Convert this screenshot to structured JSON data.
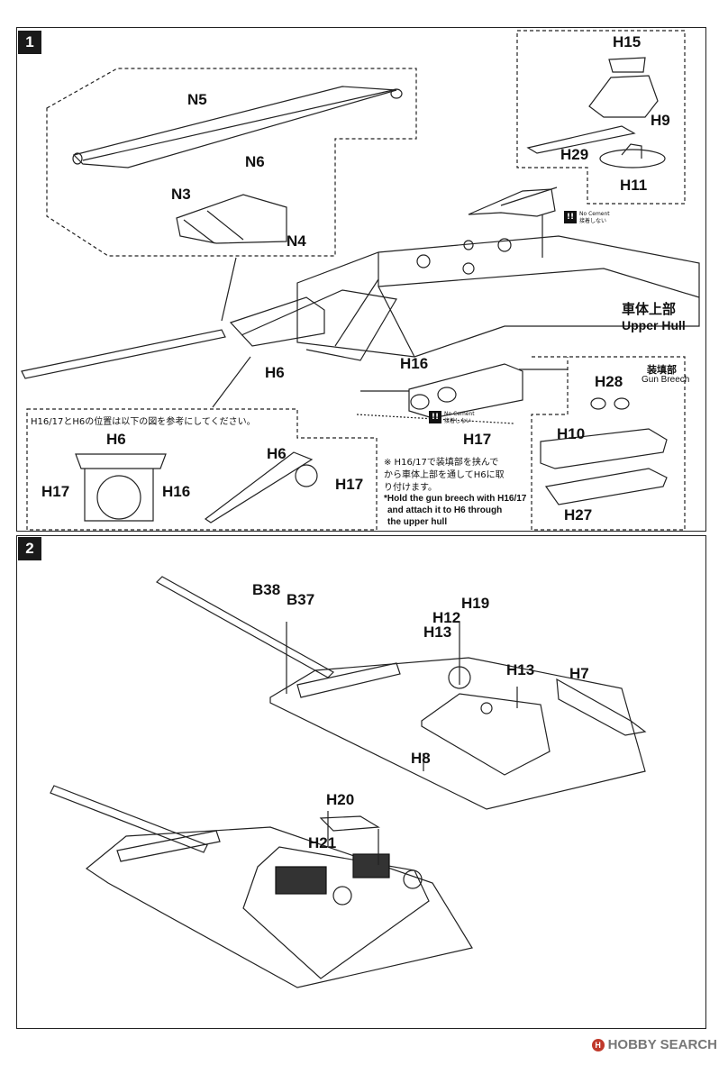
{
  "steps": {
    "step1": "1",
    "step2": "2"
  },
  "step1": {
    "parts": {
      "n5": "N5",
      "n6": "N6",
      "n3": "N3",
      "n4": "N4",
      "h15": "H15",
      "h9": "H9",
      "h29": "H29",
      "h11": "H11",
      "h6_top": "H6",
      "h16_top": "H16",
      "h17_top": "H17",
      "h28": "H28",
      "h10": "H10",
      "h27": "H27",
      "h6_detail": "H6",
      "h17_detail_left": "H17",
      "h16_detail": "H16",
      "h6_detail_right": "H6",
      "h17_detail_right": "H17"
    },
    "upper_hull_jp": "車体上部",
    "upper_hull_en": "Upper Hull",
    "gun_breech_jp": "装填部",
    "gun_breech_en": "Gun Breech",
    "no_cement_icon": "!!",
    "no_cement_en": "No Cement",
    "no_cement_jp": "接着しない",
    "detail_title_jp": "H16/17とH6の位置は以下の図を参考にしてください。",
    "note_jp_line1": "※ H16/17で装填部を挟んで",
    "note_jp_line2": "から車体上部を通してH6に取",
    "note_jp_line3": "り付けます。",
    "note_en_line1": "*Hold the gun breech with H16/17",
    "note_en_line2": "and attach it to H6 through",
    "note_en_line3": "the upper hull"
  },
  "step2": {
    "parts": {
      "b38": "B38",
      "b37": "B37",
      "h19": "H19",
      "h12": "H12",
      "h13_a": "H13",
      "h13_b": "H13",
      "h7": "H7",
      "h8": "H8",
      "h20": "H20",
      "h21": "H21"
    }
  },
  "watermark": {
    "logo": "H",
    "text": "HOBBY SEARCH"
  }
}
